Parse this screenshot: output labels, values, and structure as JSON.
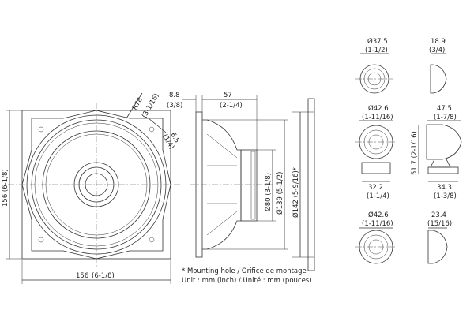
{
  "woofer_front": {
    "height_dim": "156 (6-1/8)",
    "width_dim": "156",
    "width_dim_inch": "(6-1/8)",
    "radius_dim": "R78",
    "radius_dim_inch": "(3-1/16)",
    "hole_dim": "6.5",
    "hole_dim_inch": "(1/4)"
  },
  "woofer_side": {
    "flange_depth": "8.8",
    "flange_depth_inch": "(3/8)",
    "depth": "57",
    "depth_inch": "(2-1/4)",
    "magnet_dia": "Ø80 (3-1/8)",
    "frame_dia": "Ø139 (5-1/2)",
    "mount_dia": "Ø142 (5-9/16)*"
  },
  "tweeter_1": {
    "dia": "Ø37.5",
    "dia_inch": "(1-1/2)",
    "depth": "18.9",
    "depth_inch": "(3/4)"
  },
  "tweeter_2": {
    "dia": "Ø42.6",
    "dia_inch": "(1-11/16)",
    "depth": "47.5",
    "depth_inch": "(1-7/8)",
    "height": "51.7 (2-1/16)",
    "base_w": "32.2",
    "base_w_inch": "(1-1/4)",
    "base_d": "34.3",
    "base_d_inch": "(1-3/8)"
  },
  "tweeter_3": {
    "dia": "Ø42.6",
    "dia_inch": "(1-11/16)",
    "depth": "23.4",
    "depth_inch": "(15/16)"
  },
  "notes": {
    "mounting": "* Mounting hole / Orifice de montage",
    "unit": "Unit : mm (inch) / Unité : mm (pouces)"
  }
}
